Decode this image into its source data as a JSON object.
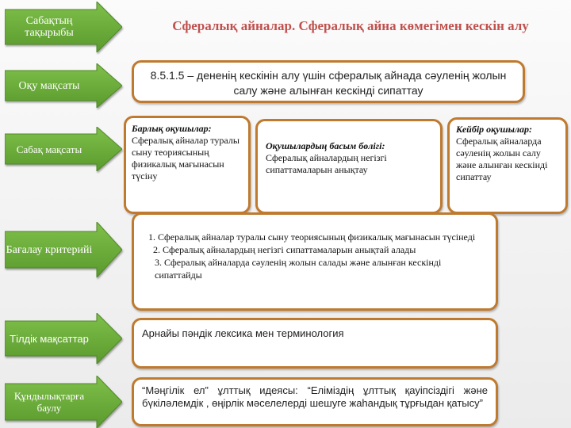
{
  "title": "Сфералық айналар. Сфералық айна көмегімен кескін алу",
  "labels": {
    "topic": "Сабақтың тақырыбы",
    "learning_goal": "Оқу мақсаты",
    "lesson_goal": "Сабақ мақсаты",
    "criteria": "Бағалау критерийі",
    "language_goals": "Тілдік мақсаттар",
    "values": "Құндылықтарға баулу"
  },
  "learning_goal_text": "8.5.1.5 – дененің кескінін алу үшін сфералық айнада сәуленің жолын салу және алынған кескінді сипаттау",
  "lesson_goals": {
    "all": {
      "heading": "Барлық оқушылар:",
      "text": "Сфералық айналар туралы сыну теориясының физикалық мағынасын түсіну"
    },
    "most": {
      "heading": "Оқушылардың басым бөлігі:",
      "text": "Сфералық айналардың негізгі сипаттамаларын анықтау"
    },
    "some": {
      "heading": "Кейбір оқушылар:",
      "text": "Сфералық айналарда сәуленің жолын салу және алынған кескінді сипаттау"
    }
  },
  "criteria": [
    "1. Сфералық айналар туралы сыну теориясының физикалық мағынасын түсінеді",
    "2. Сфералық айналардың негізгі сипаттамаларын анықтай алады",
    "3. Сфералық айналарда сәуленің жолын салады және алынған кескінді сипаттайды"
  ],
  "language_goals_text": "Арнайы пәндік лексика мен терминология",
  "values_text": "“Мәңгілік ел” ұлттық идеясы: “Еліміздің ұлттық қауіпсіздігі және бүкіләлемдік , өңірлік мәселелерді шешуге жаһандық тұрғыдан қатысу”",
  "colors": {
    "arrow_fill": "#6aaa3a",
    "arrow_dark": "#4f8a25",
    "box_border": "#bf7a2f",
    "title": "#c0504d"
  }
}
